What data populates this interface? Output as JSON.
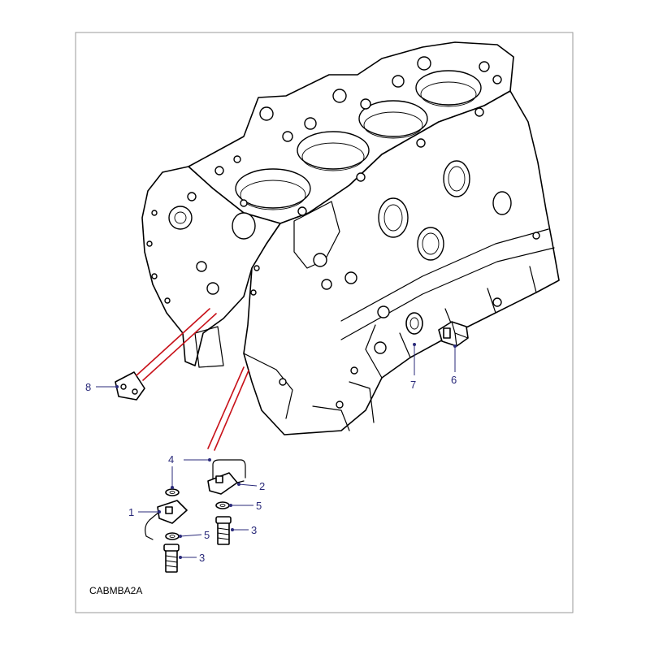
{
  "diagram": {
    "code": "CABMBA2A",
    "callouts": {
      "c1": "1",
      "c2": "2",
      "c3a": "3",
      "c3b": "3",
      "c4": "4",
      "c5a": "5",
      "c5b": "5",
      "c6": "6",
      "c7": "7",
      "c8": "8"
    }
  }
}
